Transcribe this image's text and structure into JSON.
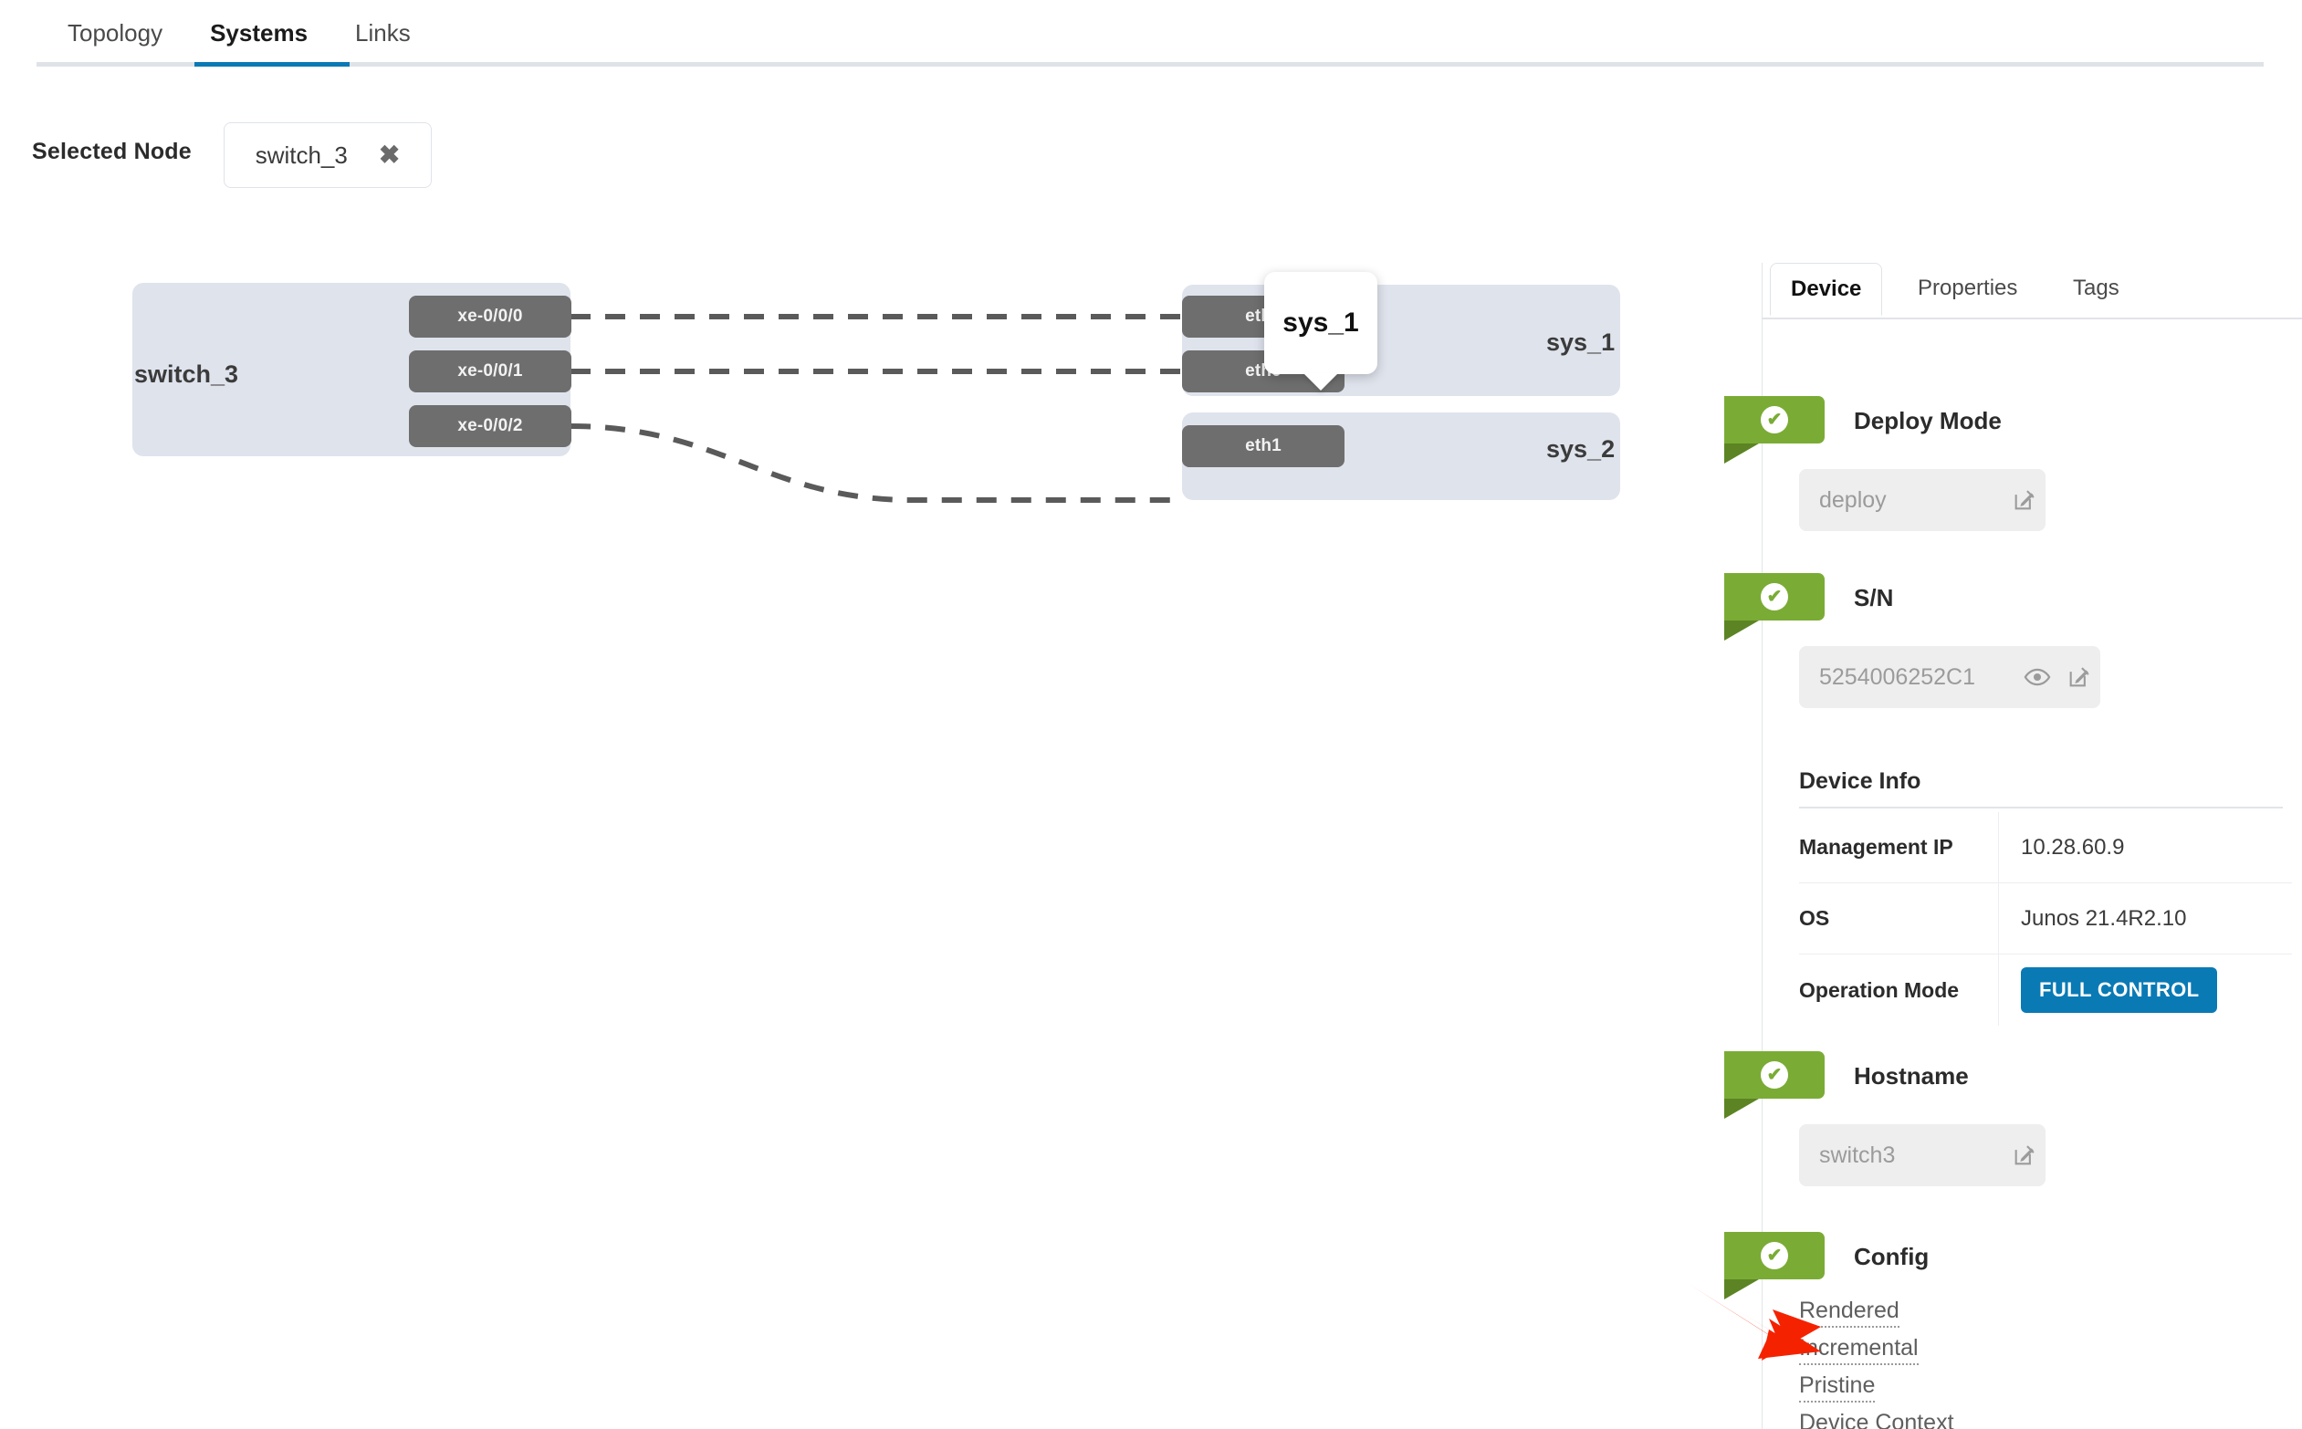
{
  "topbar": {
    "tabs": [
      {
        "label": "Topology",
        "active": false
      },
      {
        "label": "Systems",
        "active": true
      },
      {
        "label": "Links",
        "active": false
      }
    ],
    "accent_color": "#0a7ab5"
  },
  "selected_node": {
    "label": "Selected Node",
    "chip_value": "switch_3",
    "remove_glyph": "✖"
  },
  "topology": {
    "nodes": [
      {
        "id": "switch_3",
        "label": "switch_3",
        "ports": [
          "xe-0/0/0",
          "xe-0/0/1",
          "xe-0/0/2"
        ]
      },
      {
        "id": "sys_1",
        "label": "sys_1",
        "ports": [
          "eth1",
          "eth0"
        ]
      },
      {
        "id": "sys_2",
        "label": "sys_2",
        "ports": [
          "eth1"
        ]
      }
    ],
    "tooltip": "sys_1",
    "node_fill": "#dfe3ec",
    "port_fill": "#6e6e6e",
    "link_color": "#5a5a5a"
  },
  "device_panel": {
    "tabs": [
      {
        "label": "Device",
        "active": true
      },
      {
        "label": "Properties",
        "active": false
      },
      {
        "label": "Tags",
        "active": false
      }
    ],
    "sections": {
      "deploy_mode": {
        "title": "Deploy Mode",
        "value": "deploy",
        "status_glyph": "✔"
      },
      "serial": {
        "title": "S/N",
        "value": "5254006252C1",
        "status_glyph": "✔"
      },
      "hostname": {
        "title": "Hostname",
        "value": "switch3",
        "status_glyph": "✔"
      },
      "config": {
        "title": "Config",
        "status_glyph": "✔"
      }
    },
    "device_info": {
      "title": "Device Info",
      "rows": [
        {
          "key": "Management IP",
          "value": "10.28.60.9",
          "type": "text"
        },
        {
          "key": "OS",
          "value": "Junos 21.4R2.10",
          "type": "text"
        },
        {
          "key": "Operation Mode",
          "value": "FULL CONTROL",
          "type": "pill"
        }
      ]
    },
    "config_links": [
      "Rendered",
      "Incremental",
      "Pristine",
      "Device Context"
    ],
    "badge_color": "#7aac35",
    "pill_color": "#0a7ab5"
  },
  "annotation": {
    "arrow_color": "#f52200"
  }
}
